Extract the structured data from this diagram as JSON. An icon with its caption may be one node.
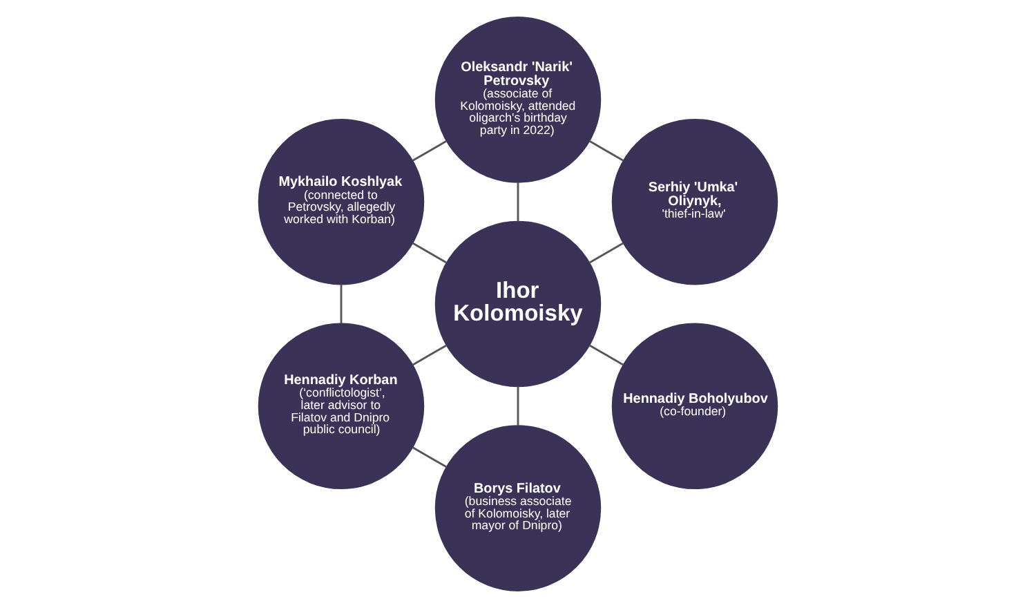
{
  "diagram": {
    "nodes": [
      {
        "text": [
          "Oleksandr 'Narik' Petrovsky",
          "(associate of Kolomoisky, attended oligarch's birthday party in 2022)"
        ]
      },
      {
        "text": [
          "Mykhailo Koshlyak",
          "(connected to Petrovsky, allegedly worked with Korban)"
        ]
      },
      {
        "text": [
          "Serhiy 'Umka' Oliynyk,",
          "'thief-in-law'"
        ]
      },
      {
        "text": [
          "Ihor Kolomoisky"
        ]
      },
      {
        "text": [
          "Hennadiy Korban",
          "(‘conflictologist’, later advisor to Filatov and Dnipro public council)"
        ]
      },
      {
        "text": [
          "Hennadiy Boholyubov",
          "(co-founder)"
        ]
      },
      {
        "text": [
          "Borys Filatov",
          "(business associate of Kolomoisky, later mayor of Dnipro)"
        ]
      }
    ],
    "edges": [
      {
        "from": 3,
        "to": 0,
        "arrow": "none"
      },
      {
        "from": 3,
        "to": 2,
        "arrow": "none"
      },
      {
        "from": 3,
        "to": 5,
        "arrow": "none"
      },
      {
        "from": 3,
        "to": 6,
        "arrow": "none"
      },
      {
        "from": 3,
        "to": 4,
        "arrow": "none"
      },
      {
        "from": 3,
        "to": 1,
        "arrow": "none"
      },
      {
        "from": 0,
        "to": 1,
        "arrow": "none"
      },
      {
        "from": 0,
        "to": 2,
        "arrow": "none"
      },
      {
        "from": 1,
        "to": 4,
        "arrow": "none"
      },
      {
        "from": 4,
        "to": 6,
        "arrow": "none"
      }
    ]
  }
}
